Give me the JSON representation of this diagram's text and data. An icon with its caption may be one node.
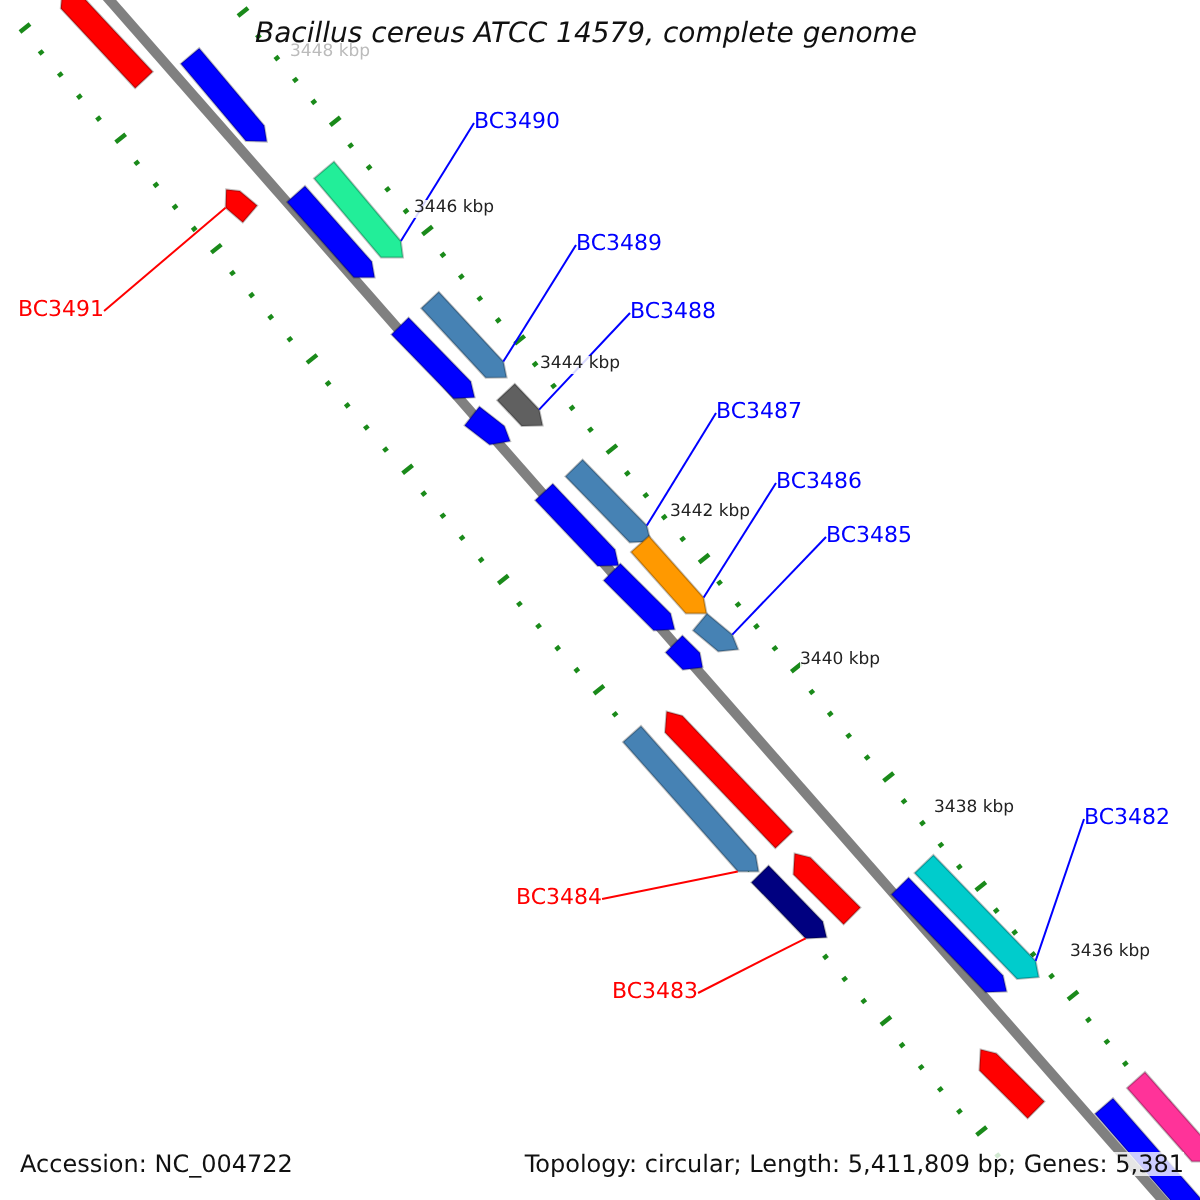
{
  "diagram": {
    "title": "Bacillus cereus ATCC 14579, complete genome",
    "nodes": [
      {
        "text": [
          "BC3490"
        ]
      },
      {
        "text": [],
        "shape": "bar"
      },
      {
        "text": [
          "BC3491"
        ]
      },
      {
        "text": [],
        "shape": "bar"
      },
      {
        "text": [
          "BC3489"
        ]
      },
      {
        "text": [],
        "shape": "bar"
      },
      {
        "text": [
          "BC3488"
        ]
      },
      {
        "text": [],
        "shape": "bar"
      },
      {
        "text": [
          "BC3487"
        ]
      },
      {
        "text": [],
        "shape": "bar"
      },
      {
        "text": [
          "BC3486"
        ]
      },
      {
        "text": [],
        "shape": "bar"
      },
      {
        "text": [
          "BC3485"
        ]
      },
      {
        "text": [],
        "shape": "bar"
      },
      {
        "text": [
          "BC3482"
        ]
      },
      {
        "text": [],
        "shape": "bar"
      },
      {
        "text": [
          "BC3484"
        ]
      },
      {
        "text": [],
        "shape": "bar"
      },
      {
        "text": [
          "BC3483"
        ]
      },
      {
        "text": [],
        "shape": "bar"
      }
    ],
    "edges": [
      {
        "from": 0,
        "to": 1,
        "arrow": "none"
      },
      {
        "from": 2,
        "to": 3,
        "arrow": "none",
        "color": "#ff0000"
      },
      {
        "from": 4,
        "to": 5,
        "arrow": "none"
      },
      {
        "from": 6,
        "to": 7,
        "arrow": "none"
      },
      {
        "from": 8,
        "to": 9,
        "arrow": "none"
      },
      {
        "from": 10,
        "to": 11,
        "arrow": "none"
      },
      {
        "from": 12,
        "to": 13,
        "arrow": "none"
      },
      {
        "from": 14,
        "to": 15,
        "arrow": "none"
      },
      {
        "from": 16,
        "to": 17,
        "arrow": "none",
        "color": "#ff0000"
      },
      {
        "from": 18,
        "to": 19,
        "arrow": "none",
        "color": "#ff0000"
      }
    ],
    "labels": [
      "3448 kbp",
      "3446 kbp",
      "3444 kbp",
      "3442 kbp",
      "3440 kbp",
      "3438 kbp",
      "3436 kbp",
      "Accession: NC_004722",
      "Topology: circular; Length: 5,411,809 bp; Genes: 5,381"
    ]
  }
}
